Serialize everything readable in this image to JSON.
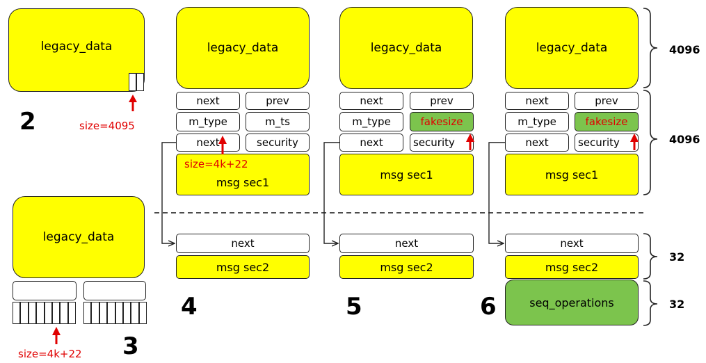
{
  "labels": {
    "legacy": "legacy_data",
    "next": "next",
    "prev": "prev",
    "m_type": "m_type",
    "m_ts": "m_ts",
    "security": "security",
    "fakesize": "fakesize",
    "msg_sec1": "msg sec1",
    "msg_sec2": "msg sec2",
    "seq_operations": "seq_operations"
  },
  "notes": {
    "size_4095": "size=4095",
    "size_4k22_a": "size=4k+22",
    "size_4k22_b": "size=4k+22"
  },
  "steps": {
    "s2": "2",
    "s3": "3",
    "s4": "4",
    "s5": "5",
    "s6": "6"
  },
  "sizes": {
    "s4096_a": "4096",
    "s4096_b": "4096",
    "s32_a": "32",
    "s32_b": "32"
  },
  "colors": {
    "yellow": "#ffff00",
    "green": "#7cc44d",
    "red": "#e00000"
  }
}
